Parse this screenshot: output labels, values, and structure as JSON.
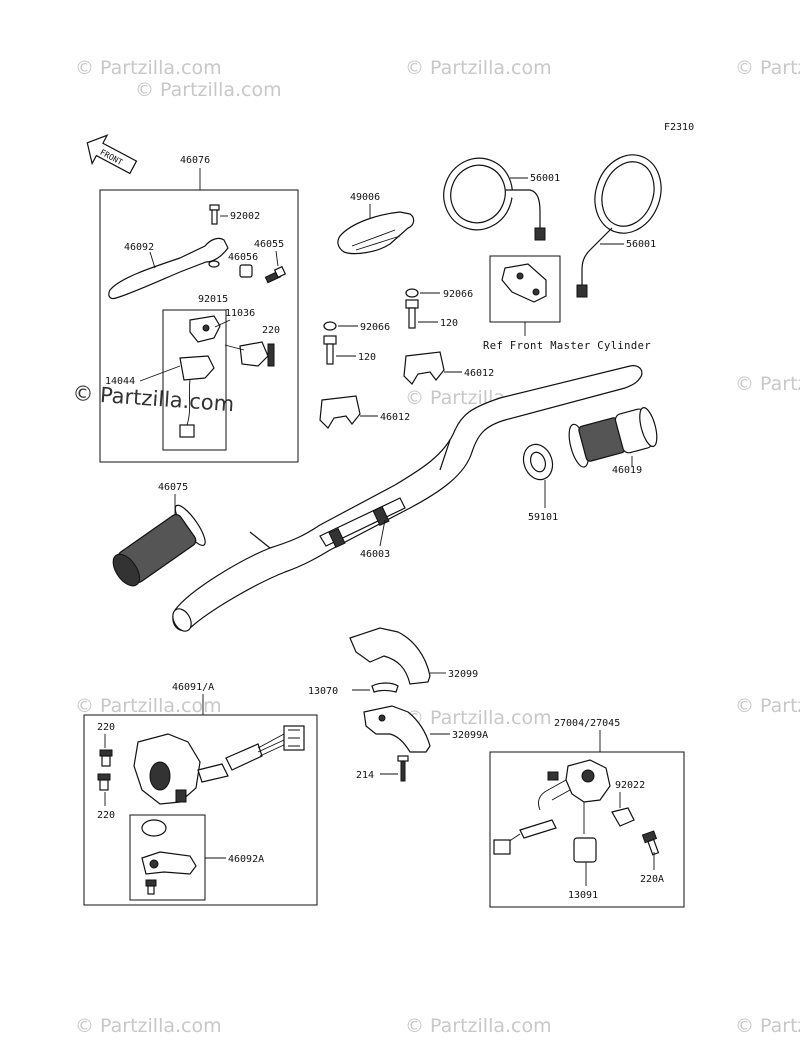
{
  "diagram_code": "F2310",
  "front_arrow_label": "FRONT",
  "ref_note": "Ref Front Master Cylinder",
  "watermarks": {
    "small": "© Partzilla.com",
    "prominent": "© Partzilla.com"
  },
  "parts": {
    "p46076": "46076",
    "p46092": "46092",
    "p92002": "92002",
    "p46055": "46055",
    "p46056": "46056",
    "p92015": "92015",
    "p11036": "11036",
    "p220_top": "220",
    "p14044": "14044",
    "p49006": "49006",
    "p56001_left": "56001",
    "p56001_right": "56001",
    "p92066_a": "92066",
    "p92066_b": "92066",
    "p120_a": "120",
    "p120_b": "120",
    "p46012_a": "46012",
    "p46012_b": "46012",
    "p46019": "46019",
    "p59101": "59101",
    "p46075": "46075",
    "p46003": "46003",
    "p32099": "32099",
    "p13070": "13070",
    "p32099A": "32099A",
    "p214": "214",
    "p46091A": "46091/A",
    "p220_a": "220",
    "p220_b": "220",
    "p46092A": "46092A",
    "p27004": "27004/27045",
    "p92022": "92022",
    "p220A": "220A",
    "p13091": "13091"
  },
  "colors": {
    "line": "#111111",
    "watermark": "#c8c8c8",
    "background": "#ffffff"
  }
}
